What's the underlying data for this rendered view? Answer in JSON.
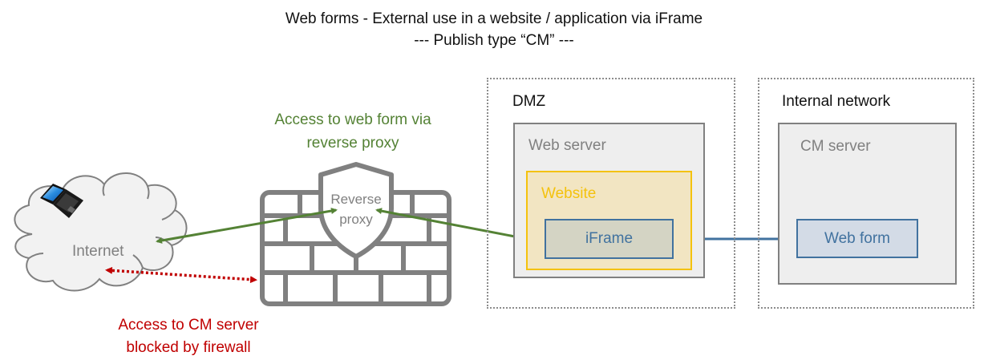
{
  "title": {
    "line1": "Web forms - External use in a website / application via iFrame",
    "line2": "--- Publish type “CM” ---"
  },
  "internet": {
    "label": "Internet",
    "icon": "laptop-icon"
  },
  "firewall": {
    "icon": "brick-wall-icon",
    "shield_icon": "shield-icon",
    "label_line1": "Reverse",
    "label_line2": "proxy"
  },
  "annotations": {
    "allowed_line1": "Access to web form via",
    "allowed_line2": "reverse proxy",
    "blocked_line1": "Access to CM server",
    "blocked_line2": "blocked by firewall"
  },
  "dmz": {
    "label": "DMZ",
    "web_server": {
      "label": "Web server",
      "website": {
        "label": "Website",
        "iframe": {
          "label": "iFrame"
        }
      }
    }
  },
  "internal": {
    "label": "Internal network",
    "cm_server": {
      "label": "CM server",
      "web_form": {
        "label": "Web form"
      }
    }
  },
  "colors": {
    "allowed": "#548235",
    "blocked": "#c00000",
    "link": "#41729f",
    "website": "#f4c20d",
    "gray": "#808080"
  }
}
